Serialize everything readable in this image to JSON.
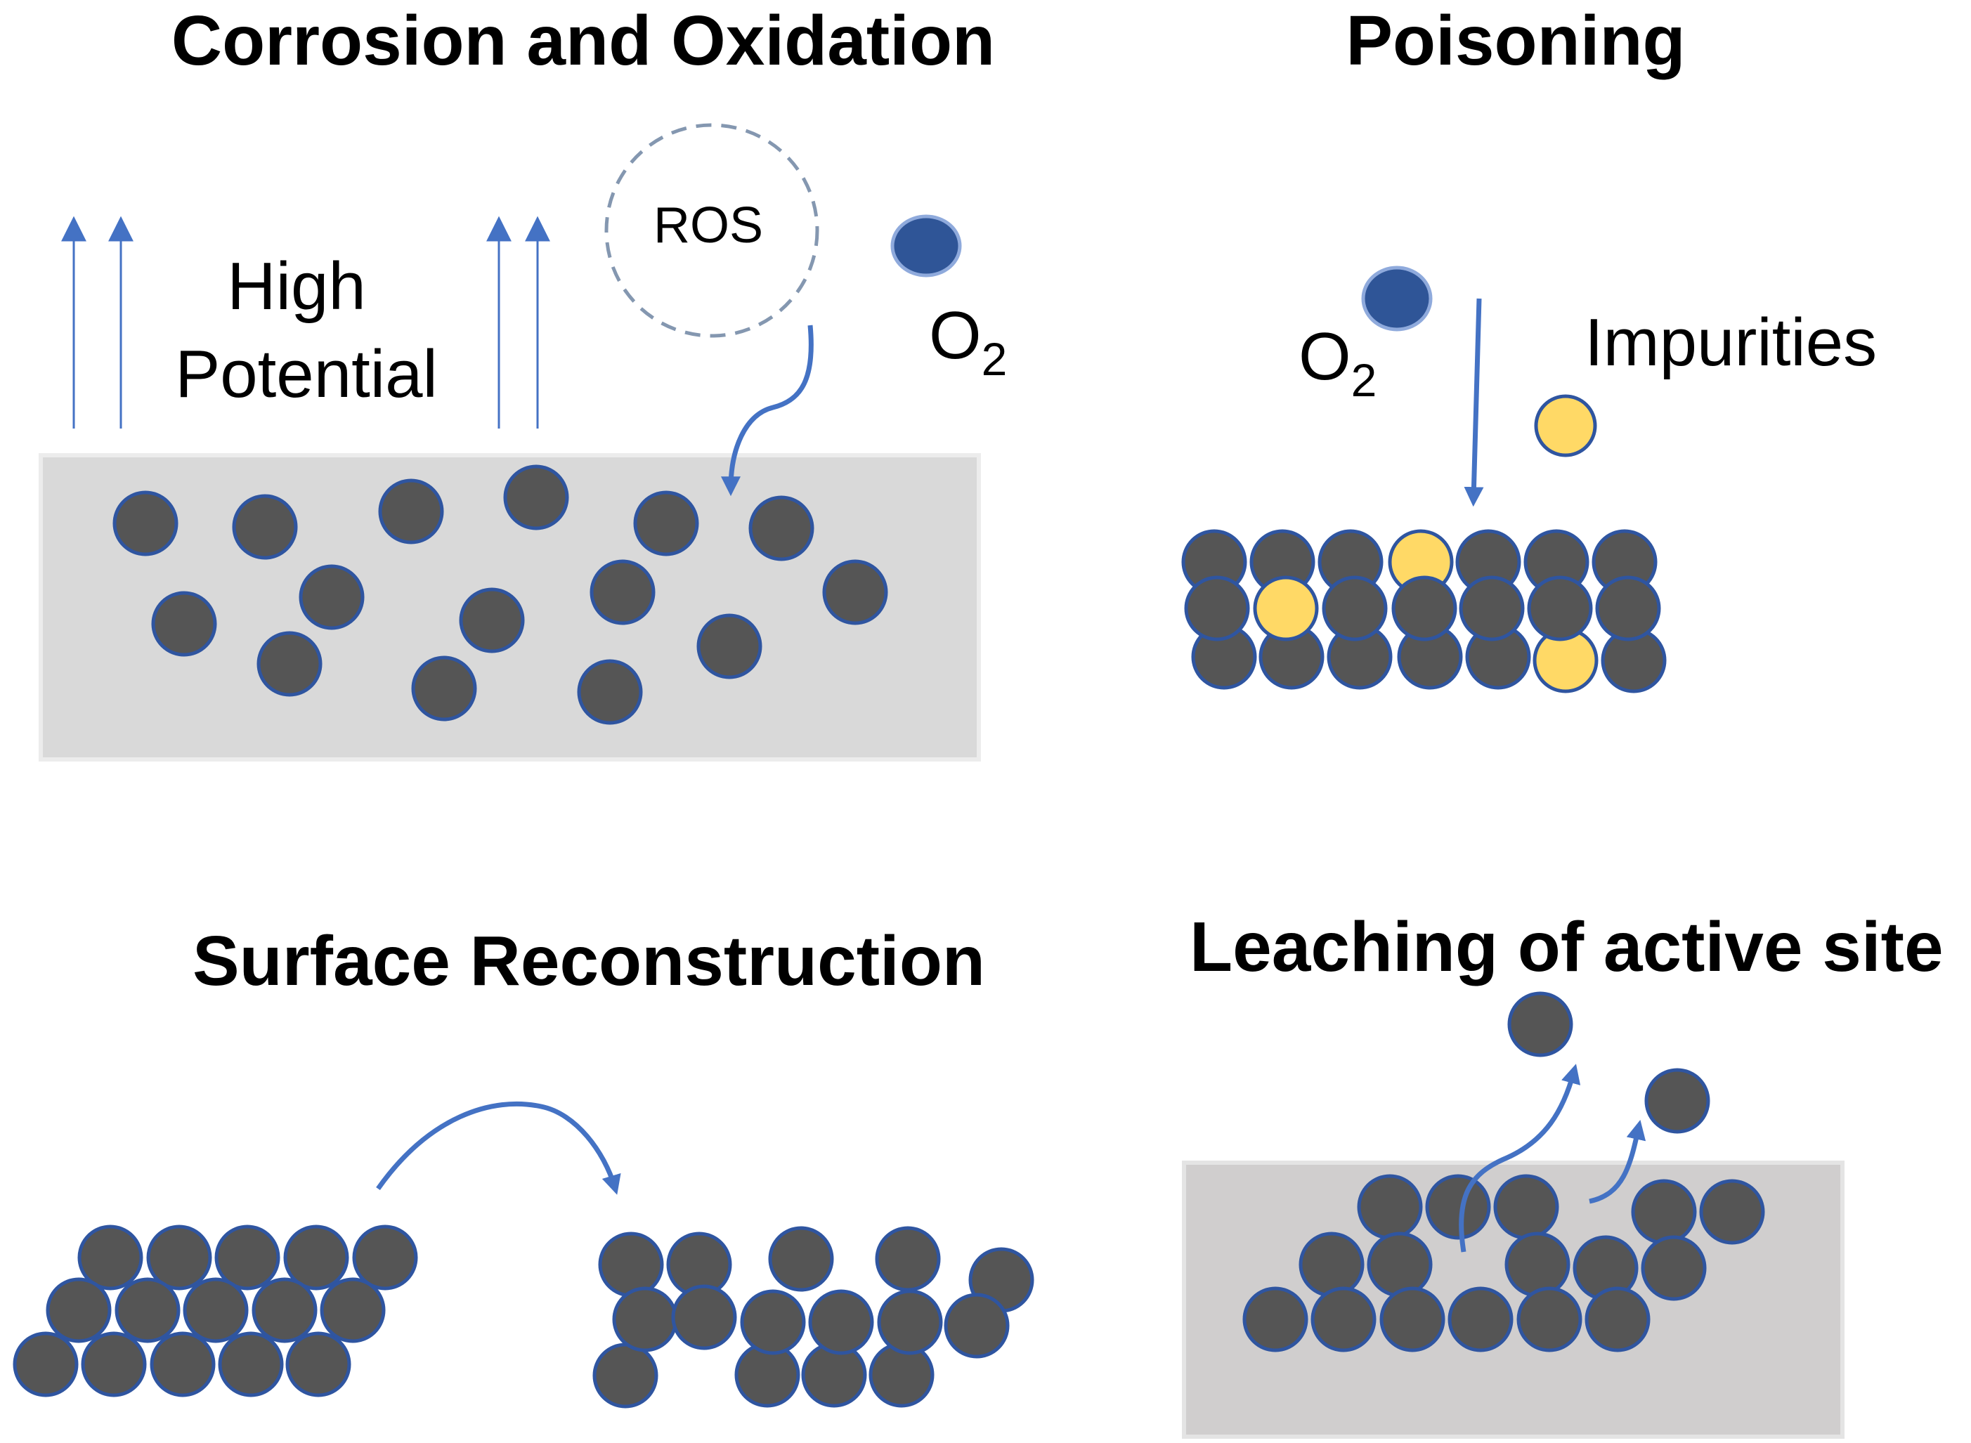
{
  "colors": {
    "particle_fill": "#555555",
    "particle_stroke": "#2f55a0",
    "impurity_fill": "#ffd966",
    "o2_fill": "#2f5597",
    "o2_stroke": "#8faadc",
    "arrow": "#4472c4",
    "substrate_fill": "#d9d9d9",
    "substrate_fill_2": "#d0cece",
    "substrate_stroke": "#ececec",
    "ros_stroke": "#8497b0"
  },
  "panels": {
    "corrosion": {
      "title": "Corrosion and Oxidation",
      "potential_label_line1": "High",
      "potential_label_line2": "Potential",
      "ros_label": "ROS",
      "o2_label": "O",
      "o2_subscript": "2"
    },
    "poisoning": {
      "title": "Poisoning",
      "o2_label": "O",
      "o2_subscript": "2",
      "impurities_label": "Impurities"
    },
    "reconstruction": {
      "title": "Surface Reconstruction"
    },
    "leaching": {
      "title": "Leaching of active site"
    }
  }
}
